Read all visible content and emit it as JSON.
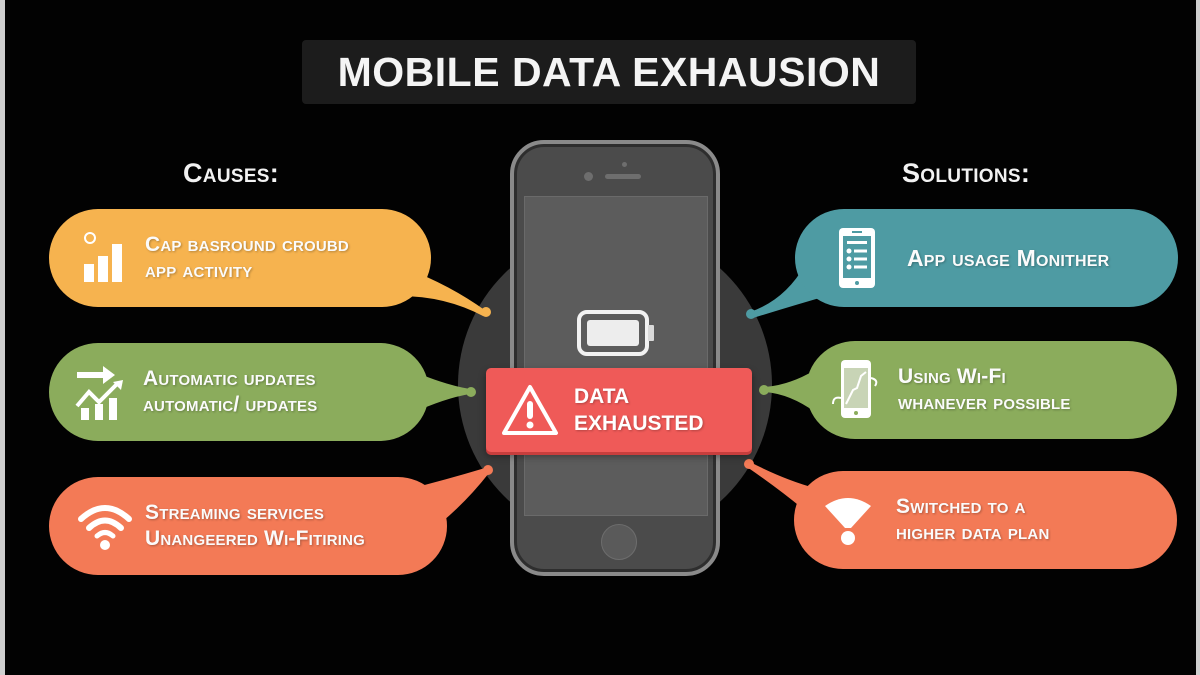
{
  "title": "MOBILE DATA EXHAUSION",
  "causes": {
    "heading": "Causes:",
    "items": [
      {
        "icon": "bar-chart-icon",
        "line1": "Cap basround croubd",
        "line2": "app activity",
        "color": "#f6b34f"
      },
      {
        "icon": "trend-arrow-icon",
        "line1": "Automatic updates",
        "line2": "automatic/ updates",
        "color": "#8bac5c"
      },
      {
        "icon": "wifi-icon",
        "line1": "Streaming services",
        "line2": "Unangeered Wi-Fitiring",
        "color": "#f37a56"
      }
    ]
  },
  "solutions": {
    "heading": "Solutions:",
    "items": [
      {
        "icon": "phone-list-icon",
        "line1": "App usage Monither",
        "line2": "",
        "color": "#4e9ba3"
      },
      {
        "icon": "phone-chart-icon",
        "line1": "Using Wi-Fi",
        "line2": "whanever possible",
        "color": "#8bac5c"
      },
      {
        "icon": "signal-warning-icon",
        "line1": "Switched to a",
        "line2": "higher data plan",
        "color": "#f37a56"
      }
    ]
  },
  "center": {
    "battery_state": "empty",
    "alert_line1": "DATA",
    "alert_line2": "EXHAUSTED",
    "alert_color": "#ef5a58"
  }
}
